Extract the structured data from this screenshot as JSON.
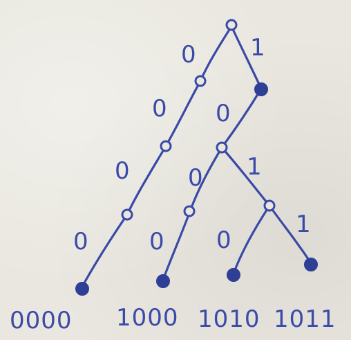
{
  "tree": {
    "edge_labels": {
      "root_left": "0",
      "root_right": "1",
      "l1_left": "0",
      "r1_left": "0",
      "l2_left": "0",
      "r2_left": "0",
      "r2_right": "1",
      "l3_left": "0",
      "m3_left": "0",
      "r3_left": "0",
      "r3_right": "1"
    },
    "leaves": [
      "0000",
      "1000",
      "1010",
      "1011"
    ]
  },
  "colors": {
    "ink": "#3949a6",
    "paper": "#e9e7df"
  }
}
